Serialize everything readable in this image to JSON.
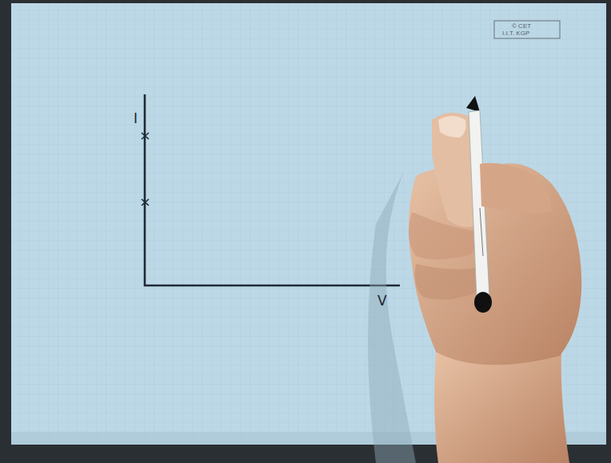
{
  "diagram": {
    "labels": [
      "I",
      "V",
      "© CET",
      "I.I.T. KGP"
    ]
  }
}
